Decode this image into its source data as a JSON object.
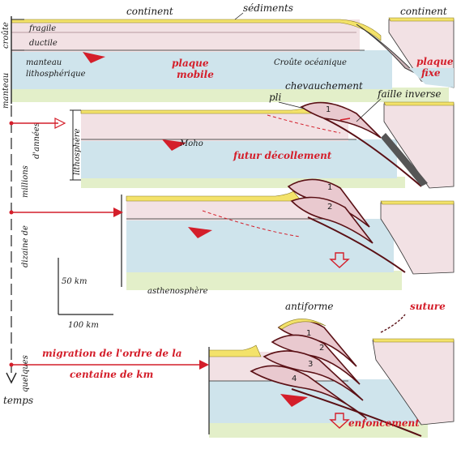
{
  "colors": {
    "sediment": "#f3e26a",
    "crust_upper": "#f2e1e4",
    "crust_lower": "#e9c9cf",
    "mantle": "#cfe4ec",
    "asthenosphere": "#e3efc9",
    "thrust": "#5a1015",
    "red": "#d41e2a",
    "ink": "#1a1a1a"
  },
  "labels": {
    "continent_left": "continent",
    "sediments": "sédiments",
    "continent_right": "continent",
    "croute": "croûte",
    "fragile": "fragile",
    "ductile": "ductile",
    "manteau_lith_1": "manteau",
    "manteau_lith_2": "lithosphérique",
    "manteau_vertical": "manteau",
    "plaque_mobile_1": "plaque",
    "plaque_mobile_2": "mobile",
    "croute_oceanique": "Croûte océanique",
    "plaque_fixe_1": "plaque",
    "plaque_fixe_2": "fixe",
    "pli": "pli",
    "chevauchement": "chevauchement",
    "faille_inverse": "faille inverse",
    "lithosphere": "lithosphère",
    "moho": "Moho",
    "futur_decollement": "futur décollement",
    "asthenosphere": "asthenosphère",
    "scale_vertical": "50 km",
    "scale_horizontal": "100 km",
    "antiforme": "antiforme",
    "suture": "suture",
    "migration_1": "migration de l'ordre de la",
    "migration_2": "centaine de km",
    "enfoncement": "enfoncement",
    "timeline": [
      "quelques",
      "dizaine de",
      "millions",
      "d'années"
    ],
    "temps": "temps"
  },
  "stage_numbers": {
    "stage2": [
      "1"
    ],
    "stage3": [
      "1",
      "2"
    ],
    "stage4": [
      "1",
      "2",
      "3",
      "4"
    ]
  }
}
